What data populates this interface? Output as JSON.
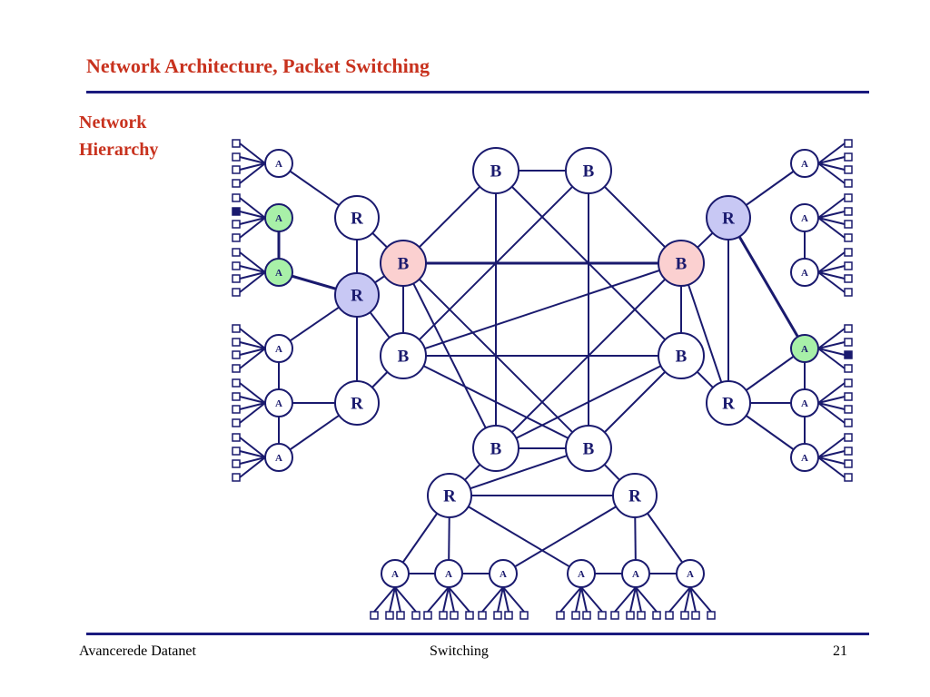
{
  "slide": {
    "title": "Network Architecture, Packet Switching",
    "subtitle_line1": "Network",
    "subtitle_line2": "Hierarchy",
    "footer_left": "Avancerede Datanet",
    "footer_center": "Switching",
    "footer_right": "21"
  },
  "colors": {
    "title": "#c8321e",
    "line": "#1a1a6e",
    "node_default": "#ffffff",
    "node_pink": "#fbd0d0",
    "node_blue": "#c8c8f4",
    "node_green": "#a8f0a8"
  },
  "node_labels": {
    "A": "A",
    "B": "B",
    "R": "R"
  }
}
